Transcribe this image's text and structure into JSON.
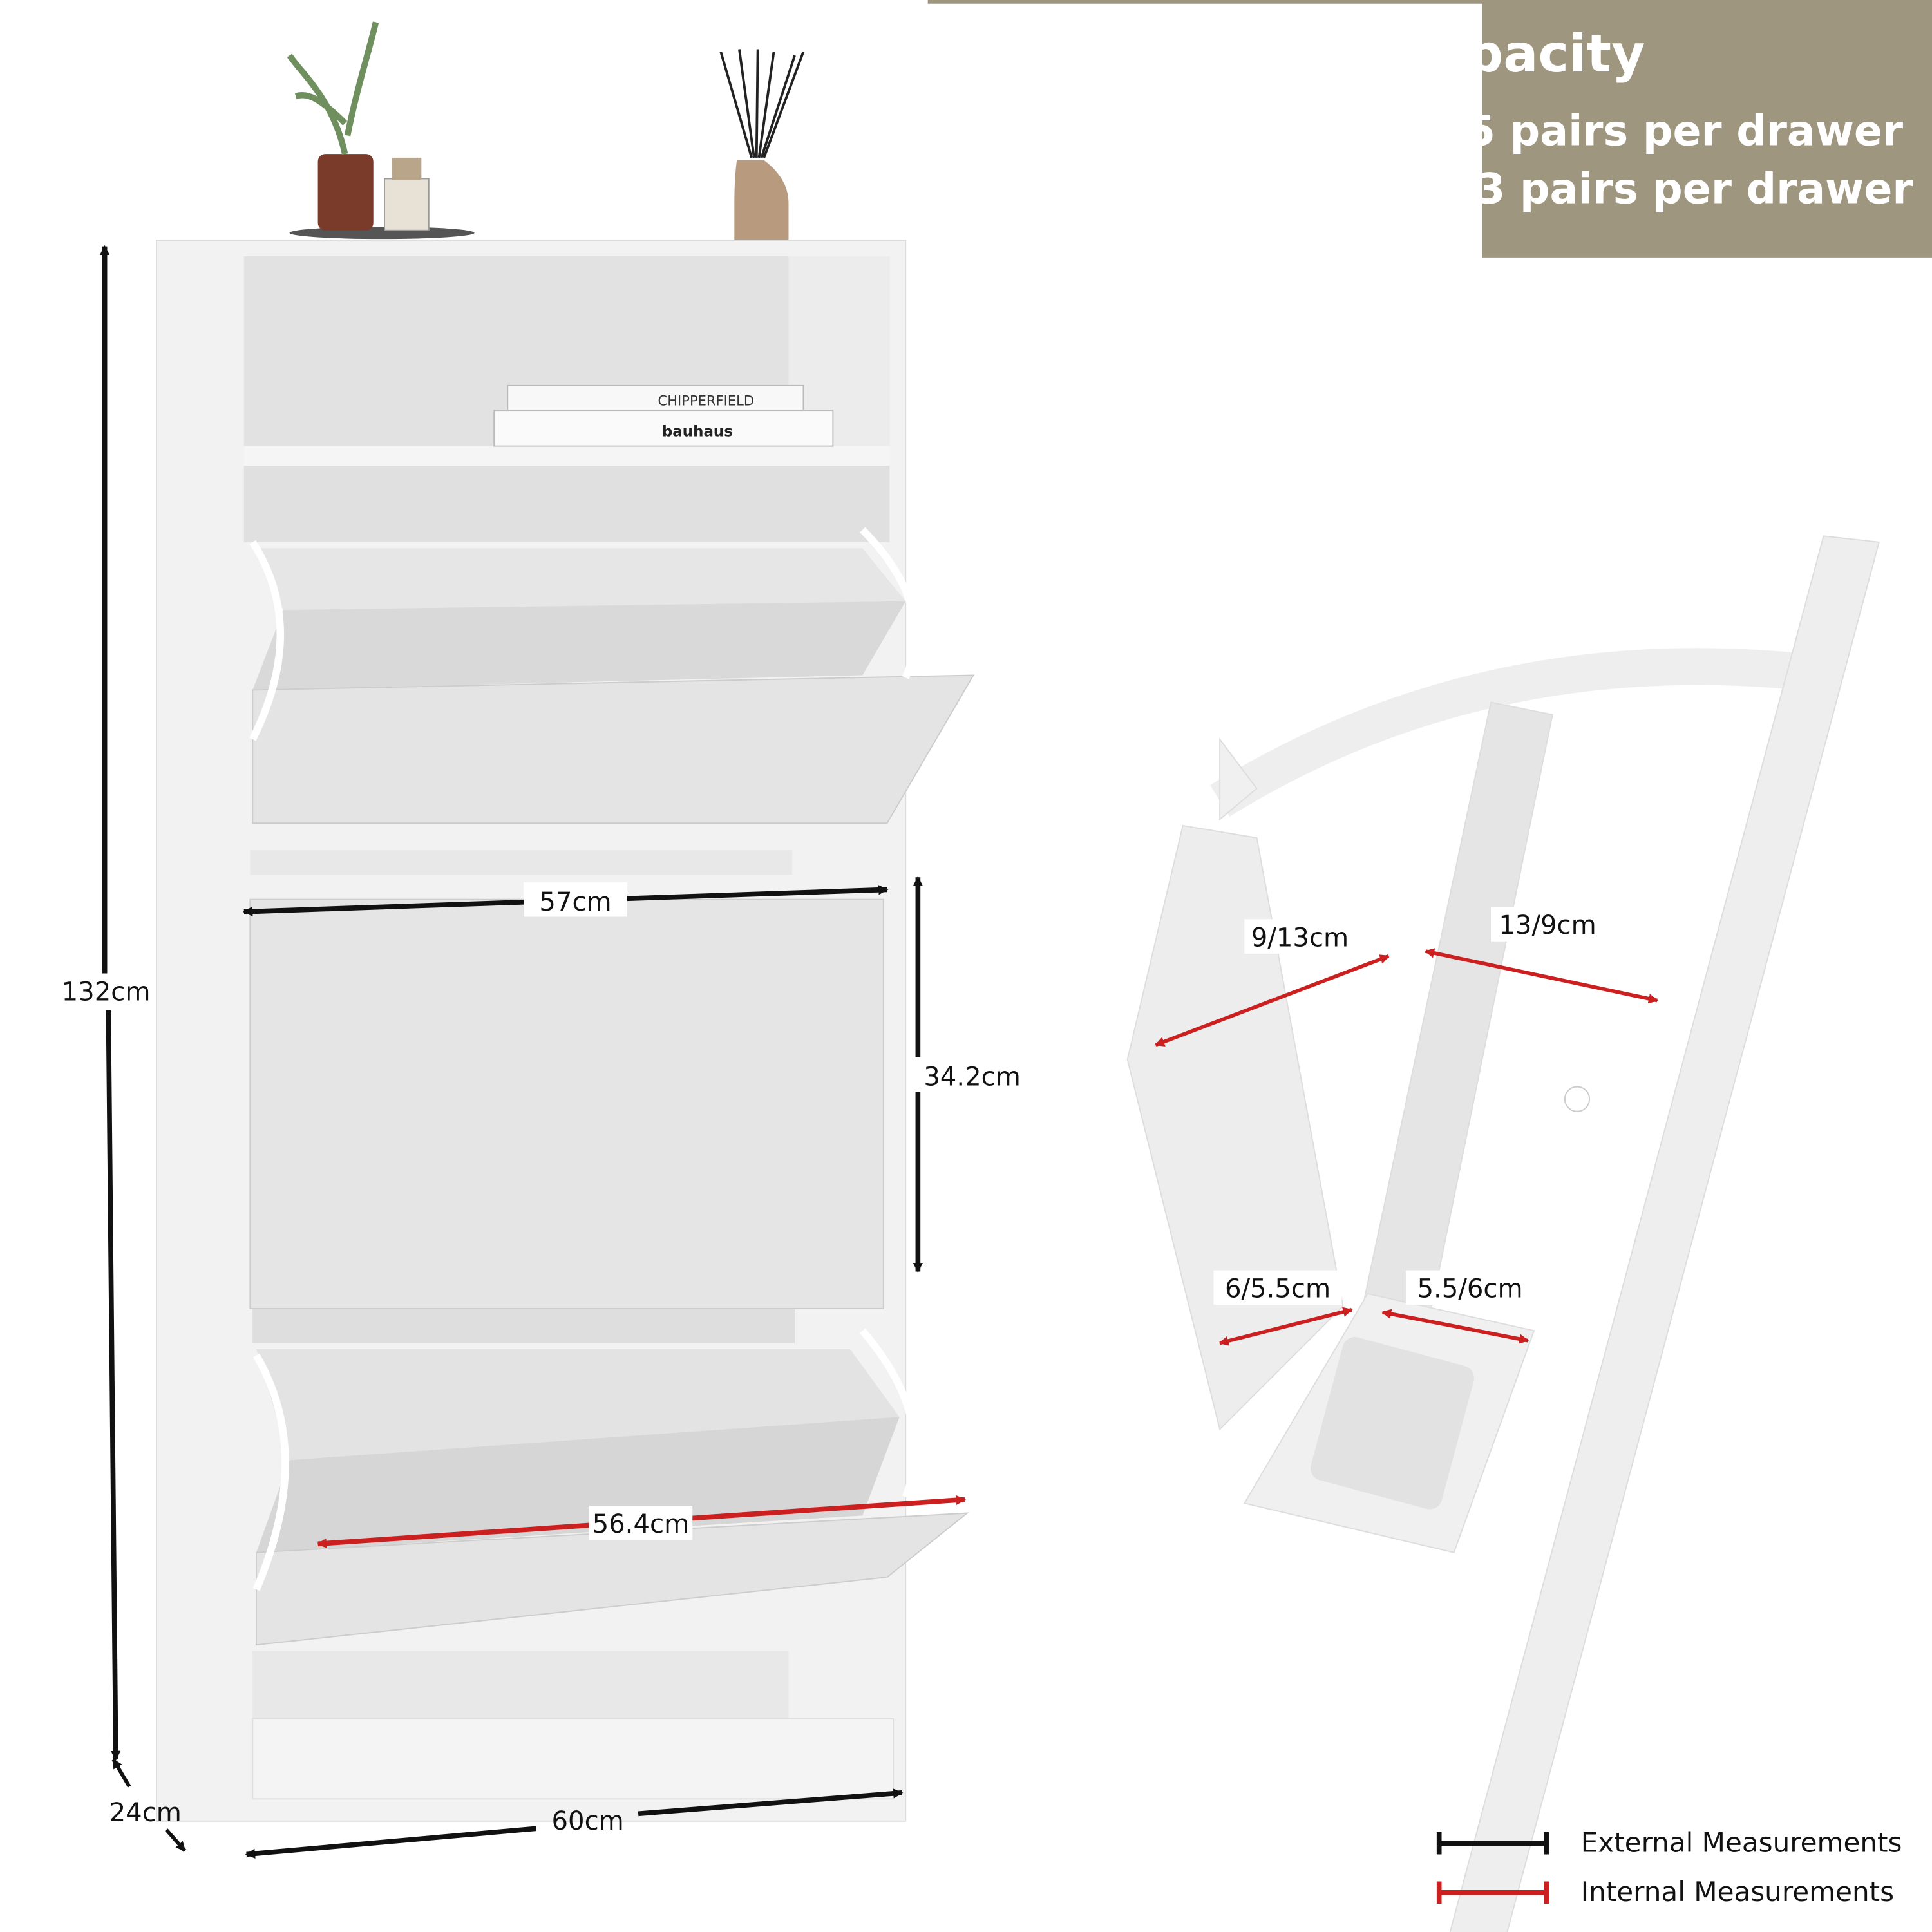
{
  "banner": {
    "title": "pacity",
    "line1": "5 pairs per drawer",
    "line2": "3 pairs per drawer",
    "color": "#9f9680"
  },
  "decor": {
    "book_top": "CHIPPERFIELD",
    "book_bottom": "bauhaus"
  },
  "dimensions": {
    "height": "132cm",
    "depth": "24cm",
    "width": "60cm",
    "drawer_width": "57cm",
    "drawer_height": "34.2cm",
    "drawer_internal_width": "56.4cm",
    "compartment_top_left": "9/13cm",
    "compartment_top_right": "13/9cm",
    "compartment_bottom_left": "6/5.5cm",
    "compartment_bottom_right": "5.5/6cm"
  },
  "legend": {
    "external": {
      "label": "External Measurements",
      "color": "#111111"
    },
    "internal": {
      "label": "Internal Measurements",
      "color": "#cc1f1f"
    }
  }
}
